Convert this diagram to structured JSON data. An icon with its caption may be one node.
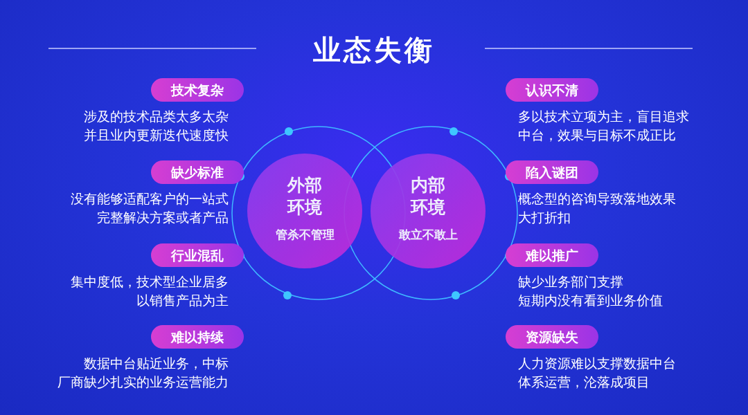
{
  "diagram": {
    "title": "业态失衡",
    "nodes": [
      {
        "text": [
          "外部环境",
          "管杀不管理"
        ]
      },
      {
        "text": [
          "内部环境",
          "敢立不敢上"
        ]
      },
      {
        "text": [
          "技术复杂"
        ],
        "beside": [
          "涉及的技术品类太多太杂并且业内更新迭代速度快"
        ]
      },
      {
        "text": [
          "缺少标准"
        ],
        "beside": [
          "没有能够适配客户的一站式完整解决方案或者产品"
        ]
      },
      {
        "text": [
          "行业混乱"
        ],
        "beside": [
          "集中度低，技术型企业居多以销售产品为主"
        ]
      },
      {
        "text": [
          "难以持续"
        ],
        "beside": [
          "数据中台贴近业务，中标厂商缺少扎实的业务运营能力"
        ]
      },
      {
        "text": [
          "认识不清"
        ],
        "beside": [
          "多以技术立项为主，盲目追求中台，效果与目标不成正比"
        ]
      },
      {
        "text": [
          "陷入谜团"
        ],
        "beside": [
          "概念型的咨询导致落地效果大打折扣"
        ]
      },
      {
        "text": [
          "难以推广"
        ],
        "beside": [
          "缺少业务部门支撑短期内没有看到业务价值"
        ]
      },
      {
        "text": [
          "资源缺失"
        ],
        "beside": [
          "人力资源难以支撑数据中台体系运营，沦落成项目"
        ]
      }
    ],
    "edges": []
  }
}
